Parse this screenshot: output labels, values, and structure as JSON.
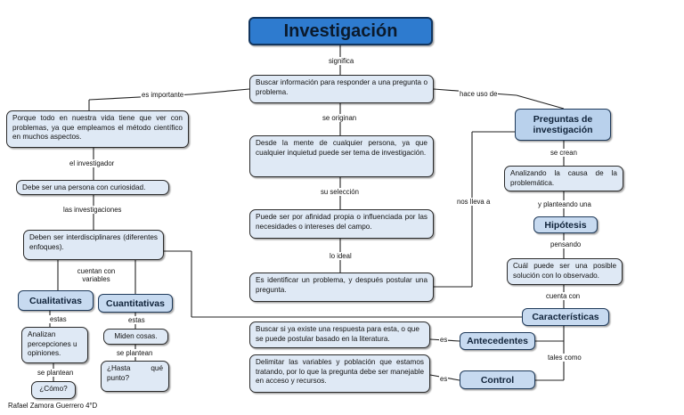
{
  "title": "Investigación",
  "nodes": {
    "buscar": "Buscar información para responder a una pregunta o problema.",
    "porque": "Porque todo en nuestra vida tiene que ver con problemas, ya que empleamos el método científico en muchos aspectos.",
    "debe_ser": "Debe ser una persona con curiosidad.",
    "deben_ser": "Deben ser interdisciplinares (diferentes enfoques).",
    "cualitativas": "Cualitativas",
    "cuantitativas": "Cuantitativas",
    "analizan": "Analizan percepciones u opiniones.",
    "miden": "Miden cosas.",
    "como": "¿Cómo?",
    "hasta": "¿Hasta qué punto?",
    "desde": "Desde la mente de cualquier persona, ya que cualquier inquietud puede ser tema de investigación.",
    "afinidad": "Puede ser por afinidad propia o influenciada por las necesidades o intereses del campo.",
    "identificar": "Es identificar un problema, y después postular una pregunta.",
    "preguntas": "Preguntas de investigación",
    "analizando": "Analizando la causa de la problemática.",
    "hipotesis": "Hipótesis",
    "cual": "Cuál puede ser una posible solución con lo observado.",
    "caracteristicas": "Características",
    "antecedentes": "Antecedentes",
    "control": "Control",
    "buscar_si": "Buscar si ya existe una respuesta para esta, o que se puede postular basado en la literatura.",
    "delimitar": "Delimitar las variables y población que estamos tratando, por lo que la pregunta debe ser manejable en acceso y recursos."
  },
  "links": {
    "significa": "significa",
    "es_importante": "es importante",
    "hace_uso_de": "hace uso de",
    "se_originan": "se originan",
    "su_seleccion": "su selección",
    "lo_ideal": "lo ideal",
    "nos_lleva_a": "nos lleva a",
    "el_investigador": "el investigador",
    "las_investigaciones": "las investigaciones",
    "cuentan_con_variables": "cuentan con variables",
    "estas_1": "estas",
    "estas_2": "estas",
    "se_plantean_1": "se plantean",
    "se_plantean_2": "se plantean",
    "se_crean": "se crean",
    "y_planteando_una": "y planteando una",
    "pensando": "pensando",
    "cuenta_con": "cuenta con",
    "tales_como": "tales como",
    "es_1": "es",
    "es_2": "es"
  },
  "footer": "Rafael Zamora Guerrero 4°D"
}
